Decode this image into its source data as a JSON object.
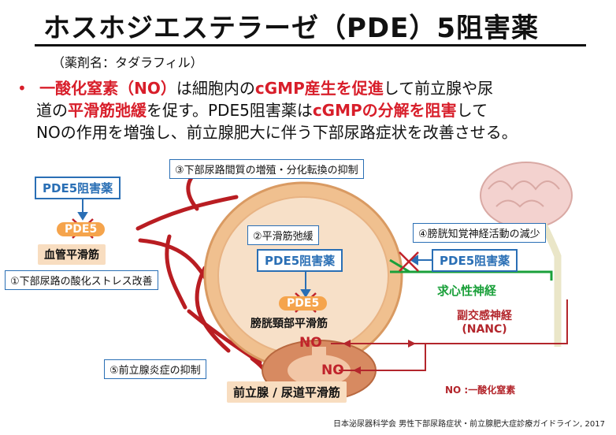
{
  "title": "ホスホジエステラーゼ（PDE）5阻害薬",
  "subtitle": "（薬剤名：タダラフィル）",
  "bullet": {
    "marker": "•",
    "line1": {
      "red1": "一酸化窒素（NO）",
      "t1": "は細胞内の",
      "red2": "cGMP産生を促進",
      "t2": "して前立腺や尿"
    },
    "line2": {
      "t1": "道の",
      "red1": "平滑筋弛緩",
      "t2": "を促す。PDE5阻害薬は",
      "red2": "cGMPの分解を阻害",
      "t3": "して"
    },
    "line3": "NOの作用を増強し、前立腺肥大に伴う下部尿路症状を改善させる。"
  },
  "diagram": {
    "note3": "③下部尿路間質の増殖・分化転換の抑制",
    "inhibitor": "PDE5阻害薬",
    "pde5": "PDE5",
    "vascular": "血管平滑筋",
    "note1": "①下部尿路の酸化ストレス改善",
    "note2": "②平滑筋弛緩",
    "note4": "④膀胱知覚神経活動の減少",
    "afferent": "求心性神経",
    "bladder_neck": "膀胱頸部平滑筋",
    "parasympathetic_line1": "副交感神経",
    "parasympathetic_line2": "(NANC)",
    "no": "NO",
    "note5": "⑤前立腺炎症の抑制",
    "prostate": "前立腺 / 尿道平滑筋",
    "legend": "NO :一酸化窒素"
  },
  "footer": "日本泌尿器科学会  男性下部尿路症状・前立腺肥大症診療ガイドライン, 2017",
  "colors": {
    "accent_red": "#d81e2a",
    "box_blue": "#2a6fb5",
    "nerve_green": "#1aa03a",
    "pde5_orange": "#f5a44c"
  }
}
